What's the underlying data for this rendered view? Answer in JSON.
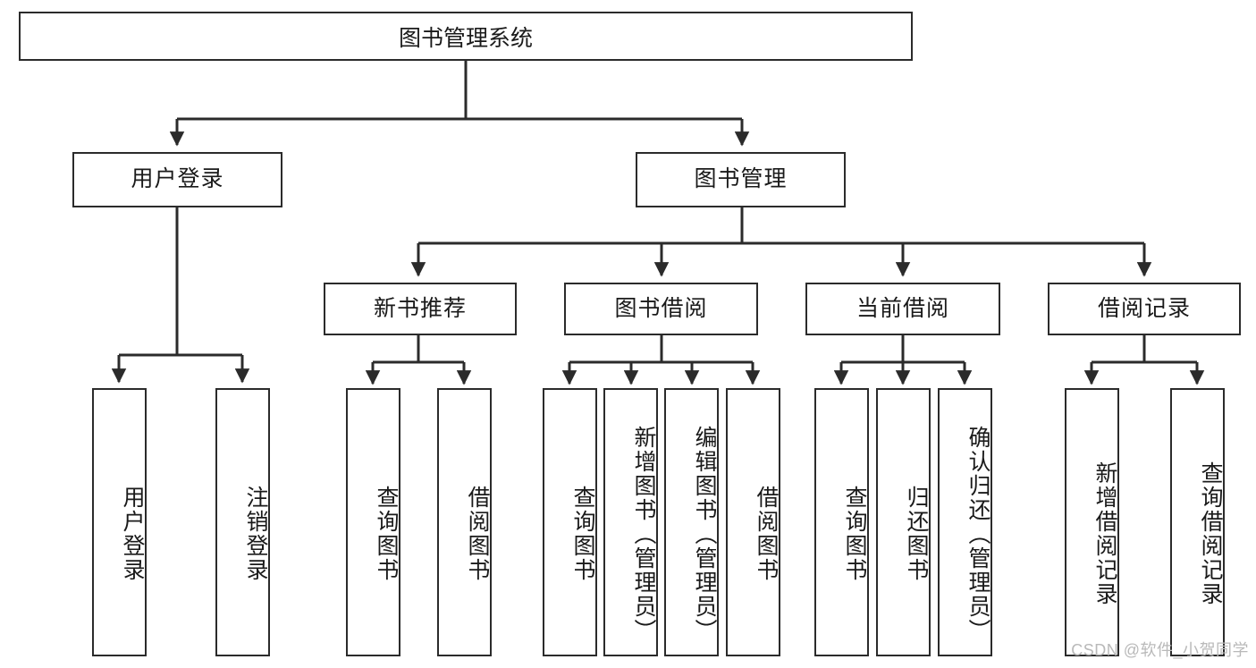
{
  "diagram": {
    "type": "hierarchy-tree",
    "title": "图书管理系统",
    "watermark": "CSDN @软件_小贺同学",
    "colors": {
      "border": "#2b2b2b",
      "background": "#ffffff",
      "text": "#1a1a1a",
      "watermark": "#b9b9b9"
    },
    "levels": {
      "root": {
        "label": "图书管理系统"
      },
      "level2": [
        {
          "label": "用户登录"
        },
        {
          "label": "图书管理"
        }
      ],
      "level3": [
        {
          "label": "新书推荐"
        },
        {
          "label": "图书借阅"
        },
        {
          "label": "当前借阅"
        },
        {
          "label": "借阅记录"
        }
      ],
      "leaves": [
        {
          "label": "用户登录",
          "parent": "用户登录"
        },
        {
          "label": "注销登录",
          "parent": "用户登录"
        },
        {
          "label": "查询图书",
          "parent": "新书推荐"
        },
        {
          "label": "借阅图书",
          "parent": "新书推荐"
        },
        {
          "label": "查询图书",
          "parent": "图书借阅"
        },
        {
          "label": "新增图书（管理员）",
          "parent": "图书借阅"
        },
        {
          "label": "编辑图书（管理员）",
          "parent": "图书借阅"
        },
        {
          "label": "借阅图书",
          "parent": "图书借阅"
        },
        {
          "label": "查询图书",
          "parent": "当前借阅"
        },
        {
          "label": "归还图书",
          "parent": "当前借阅"
        },
        {
          "label": "确认归还（管理员）",
          "parent": "当前借阅"
        },
        {
          "label": "新增借阅记录",
          "parent": "借阅记录"
        },
        {
          "label": "查询借阅记录",
          "parent": "借阅记录"
        }
      ]
    }
  }
}
